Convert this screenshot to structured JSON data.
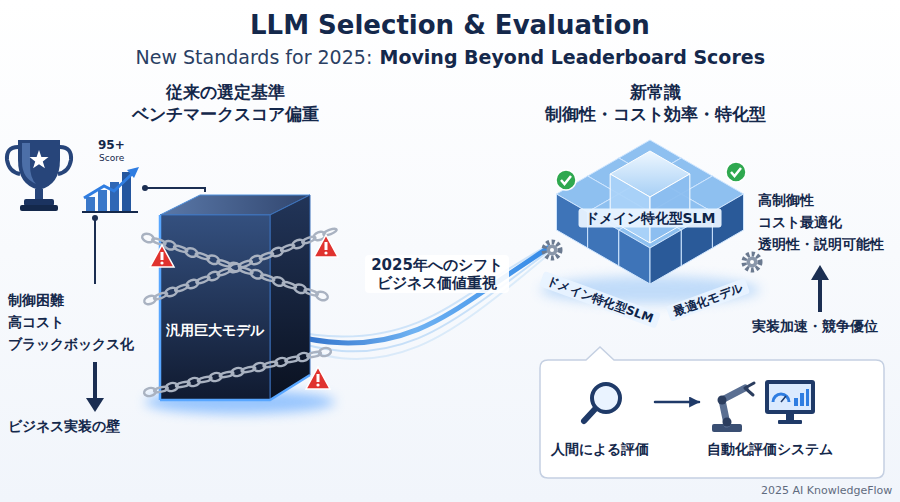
{
  "diagram": {
    "title": "LLM Selection & Evaluation",
    "caption": "2025 AI KnowledgeFlow",
    "nodes": [
      {
        "text": [
          "汎用巨大モデル"
        ]
      },
      {
        "text": [
          "ドメイン特化型SLM",
          "ドメイン特化型SLM",
          "最適化モデル"
        ]
      },
      {
        "text": [
          "人間による評価"
        ]
      },
      {
        "text": [
          "自動化評価システム"
        ]
      }
    ],
    "edges": [
      {
        "from": 0,
        "to": 1,
        "label": "2025年へのシフト ビジネス価値重視",
        "arrow": "none"
      },
      {
        "from": 2,
        "to": 3,
        "arrow": "to"
      }
    ],
    "labels": [
      "New Standards for 2025:",
      "Moving Beyond Leaderboard Scores",
      "従来の選定基準",
      "ベンチマークスコア偏重",
      "新常識",
      "制御性・コスト効率・特化型",
      "95+",
      "Score",
      "制御困難",
      "高コスト",
      "ブラックボックス化",
      "ビジネス実装の壁",
      "高制御性",
      "コスト最適化",
      "透明性・説明可能性",
      "実装加速・競争優位"
    ]
  }
}
